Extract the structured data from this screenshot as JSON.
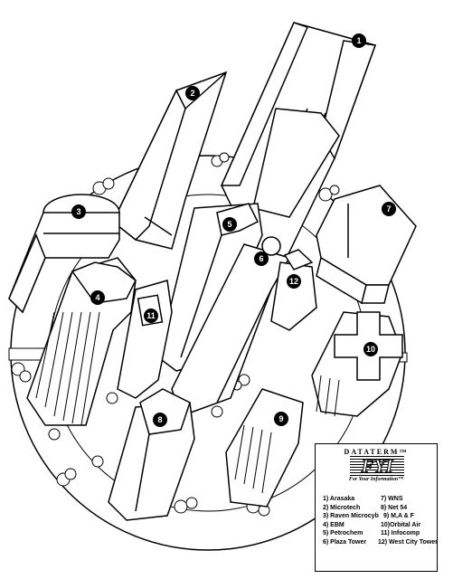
{
  "markers": [
    {
      "id": "1",
      "name": "marker-1"
    },
    {
      "id": "2",
      "name": "marker-2"
    },
    {
      "id": "3",
      "name": "marker-3"
    },
    {
      "id": "4",
      "name": "marker-4"
    },
    {
      "id": "5",
      "name": "marker-5"
    },
    {
      "id": "6",
      "name": "marker-6"
    },
    {
      "id": "7",
      "name": "marker-7"
    },
    {
      "id": "8",
      "name": "marker-8"
    },
    {
      "id": "9",
      "name": "marker-9"
    },
    {
      "id": "10",
      "name": "marker-10"
    },
    {
      "id": "11",
      "name": "marker-11"
    },
    {
      "id": "12",
      "name": "marker-12"
    }
  ],
  "legend": {
    "brand": "DATATERM™",
    "logo": "FYI",
    "tagline": "For Your Information™",
    "left_items": [
      "1) Arasaka",
      "2) Microtech",
      "3) Raven Microcyb",
      "4) EBM",
      "5) Petrochem",
      "6) Plaza Tower"
    ],
    "right_items": [
      "7) WNS",
      "8) Net 54",
      "9) M,A & F",
      "10)Orbital Air",
      "11) Infocomp",
      "12) West City Tower"
    ]
  }
}
